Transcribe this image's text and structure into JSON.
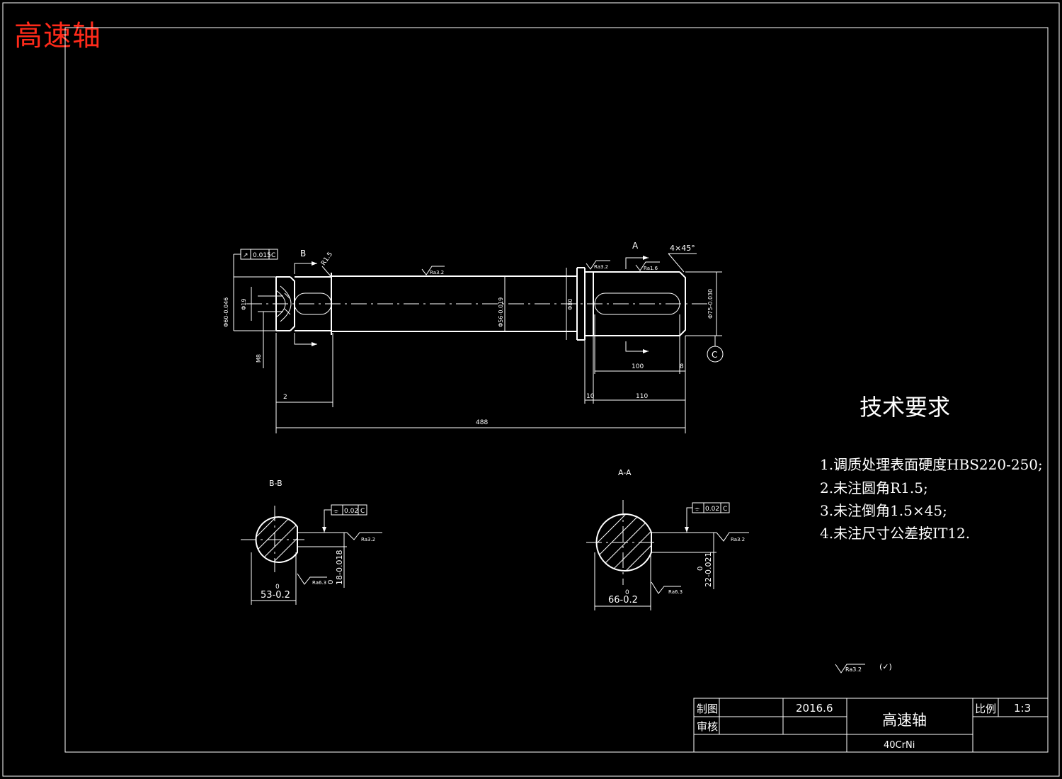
{
  "corner_title": "高速轴",
  "requirements": {
    "title": "技术要求",
    "items": [
      "1.调质处理表面硬度HBS220-250;",
      "2.未注圆角R1.5;",
      "3.未注倒角1.5×45;",
      "4.未注尺寸公差按IT12."
    ]
  },
  "main_view": {
    "gdt_runout": [
      "↗",
      "0.015",
      "C"
    ],
    "label_B": "B",
    "label_A": "A",
    "fillet": "R1.5",
    "chamfer": "4×45°",
    "ra_main": "Ra3.2",
    "ra_left_face": "Ra3.2",
    "ra_keyway": "Ra1.6",
    "dia_left": "Φ60-0.046",
    "dia_thread_hole": "Φ19",
    "dia_mid": "Φ56-0.019",
    "dia_shoulder": "Φ80",
    "dia_right": "Φ75-0.030",
    "thread": "M8",
    "datum_C": "C",
    "dim_2": "2",
    "dim_488": "488",
    "dim_10": "10",
    "dim_110": "110",
    "dim_100": "100",
    "dim_8": "8"
  },
  "section_bb": {
    "title": "B-B",
    "gdt": [
      "⌯",
      "0.02",
      "C"
    ],
    "ra_top": "Ra3.2",
    "ra_bottom": "Ra6.3",
    "dim_width_top": "0",
    "dim_width": "18-0.018",
    "dim_depth_top": "0",
    "dim_depth": "53-0.2"
  },
  "section_aa": {
    "title": "A-A",
    "gdt": [
      "⌯",
      "0.02",
      "C"
    ],
    "ra_top": "Ra3.2",
    "ra_bottom": "Ra6.3",
    "dim_width_top": "0",
    "dim_width": "22-0.021",
    "dim_depth_top": "0",
    "dim_depth": "66-0.2"
  },
  "roughness_note": {
    "ra": "Ra3.2",
    "other": "(✓)"
  },
  "title_block": {
    "drawn_label": "制图",
    "checked_label": "审核",
    "date": "2016.6",
    "part_name": "高速轴",
    "scale_label": "比例",
    "scale_value": "1:3",
    "material": "40CrNi"
  }
}
